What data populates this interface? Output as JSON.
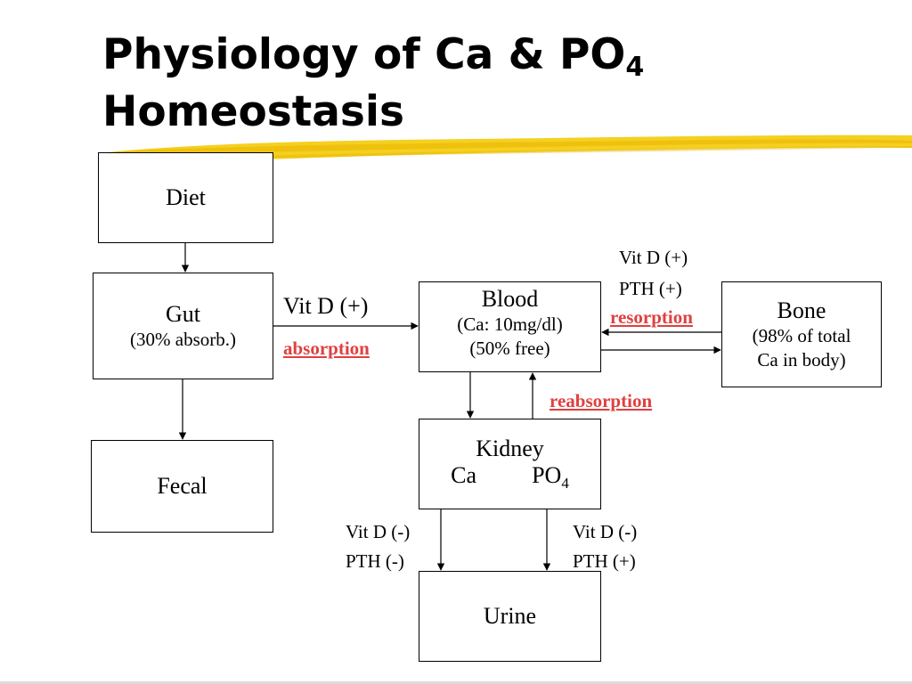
{
  "slide": {
    "title_line1": "Physiology of Ca & PO",
    "title_sub": "4",
    "title_line2": "Homeostasis"
  },
  "colors": {
    "highlight": "#f5d020",
    "emphasis": "#e04040",
    "box_border": "#000000"
  },
  "nodes": {
    "diet": {
      "label": "Diet"
    },
    "gut": {
      "label": "Gut",
      "sub": "(30% absorb.)"
    },
    "fecal": {
      "label": "Fecal"
    },
    "blood": {
      "label": "Blood",
      "sub1": "(Ca: 10mg/dl)",
      "sub2": "(50% free)"
    },
    "bone": {
      "label": "Bone",
      "sub1": "(98% of total",
      "sub2": "Ca in body)"
    },
    "kidney": {
      "label": "Kidney",
      "ca": "Ca",
      "po": "PO",
      "po_sub": "4"
    },
    "urine": {
      "label": "Urine"
    }
  },
  "labels": {
    "gut_to_blood": {
      "regulator": "Vit D (+)",
      "process": "absorption"
    },
    "bone_to_blood": {
      "regulator1": "Vit D (+)",
      "regulator2": "PTH (+)",
      "process": "resorption"
    },
    "kidney_to_blood": {
      "process": "reabsorption"
    },
    "kidney_ca_to_urine": {
      "regulator1": "Vit D (-)",
      "regulator2": "PTH (-)"
    },
    "kidney_po4_to_urine": {
      "regulator1": "Vit D (-)",
      "regulator2": "PTH (+)"
    }
  }
}
